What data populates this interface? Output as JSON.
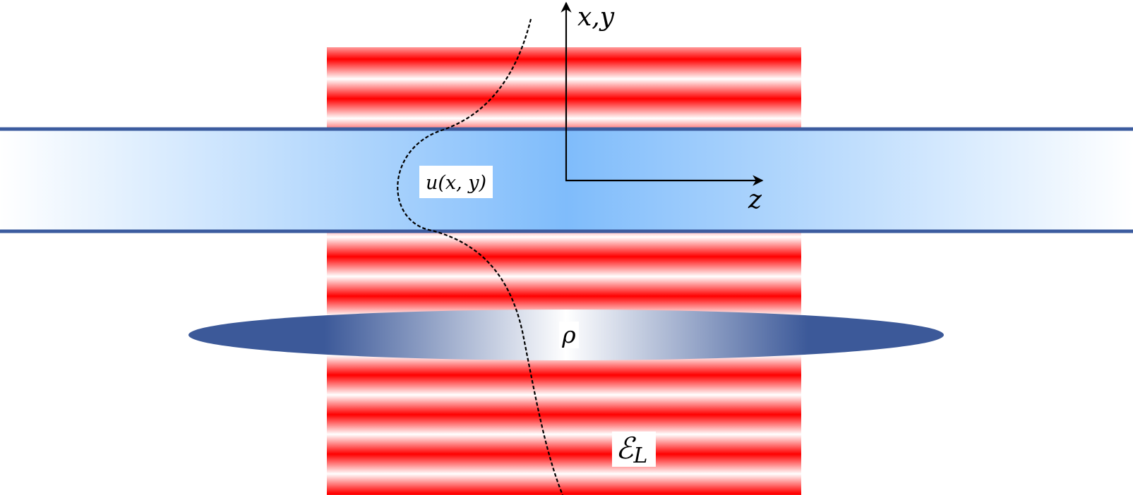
{
  "labels": {
    "vertical_axis": "x,y",
    "horizontal_axis": "z",
    "mode_profile": "u(x, y)",
    "density": "ρ",
    "laser_field_symbol": "ℰ",
    "laser_field_subscript": "L"
  },
  "colors": {
    "laser_stripe": "#ff0000",
    "laser_stripe_light": "#ffffff",
    "waveguide_center": "#7fbcfb",
    "waveguide_edge": "#ffffff",
    "waveguide_border": "#3c5c9f",
    "ellipse_center": "#ffffff",
    "ellipse_edge": "#3c5999",
    "axes": "#000000"
  },
  "icons": {
    "vertical_arrow": "arrow-up-icon",
    "horizontal_arrow": "arrow-right-icon"
  }
}
